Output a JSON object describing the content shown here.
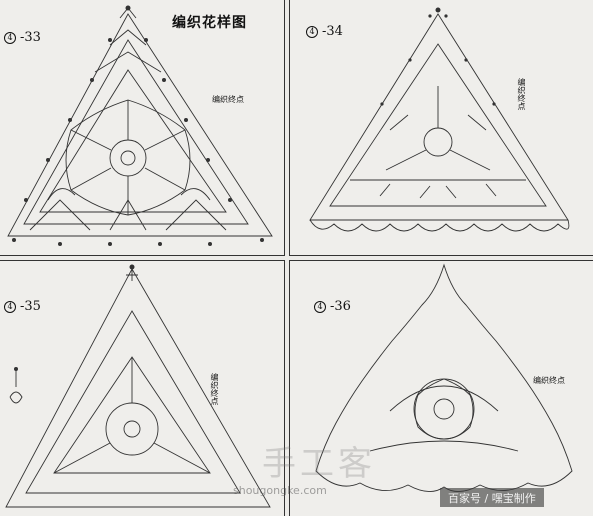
{
  "page": {
    "title": "编织花样图",
    "end_point_label": "编织终点"
  },
  "patterns": [
    {
      "circle": "4",
      "number": "-33"
    },
    {
      "circle": "4",
      "number": "-34"
    },
    {
      "circle": "4",
      "number": "-35"
    },
    {
      "circle": "4",
      "number": "-36"
    }
  ],
  "watermark": {
    "mark": "手工客",
    "site": "shougongke.com",
    "credit": "百家号 / 嘿宝制作"
  },
  "colors": {
    "ink": "#222222",
    "paper": "#efeeeb",
    "frame": "#333333"
  }
}
